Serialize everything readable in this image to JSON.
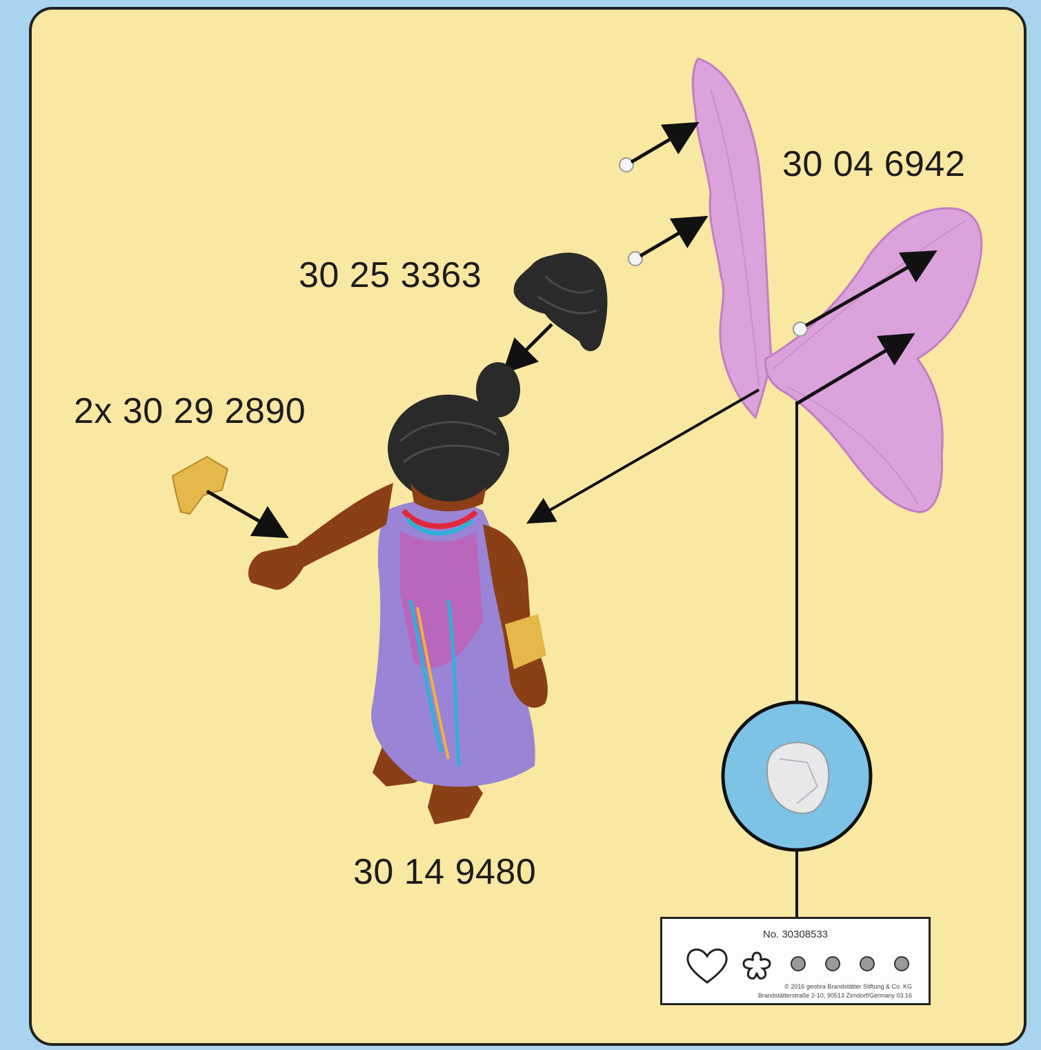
{
  "labels": {
    "wings": "30 04 6942",
    "hair_bun": "30 25 3363",
    "accessory": "2x 30 29 2890",
    "figure": "30 14 9480"
  },
  "sticker": {
    "number": "No. 30308533",
    "copyright_line1": "© 2016 geobra Brandstätter Stiftung & Co. KG",
    "copyright_line2": "Brandstätterstraße 2-10, 90513 Zirndorf/Germany 03.16",
    "selected_dot_index": 0,
    "dot_count": 4
  },
  "colors": {
    "background": "#a9d4ef",
    "panel": "#f9e8a2",
    "wing": "#dca2dc",
    "dress": "#9a84d6",
    "skin": "#8b3f16",
    "hair": "#2a2a2a",
    "gold": "#e4b84a",
    "gem_circle": "#7cc3e6"
  }
}
